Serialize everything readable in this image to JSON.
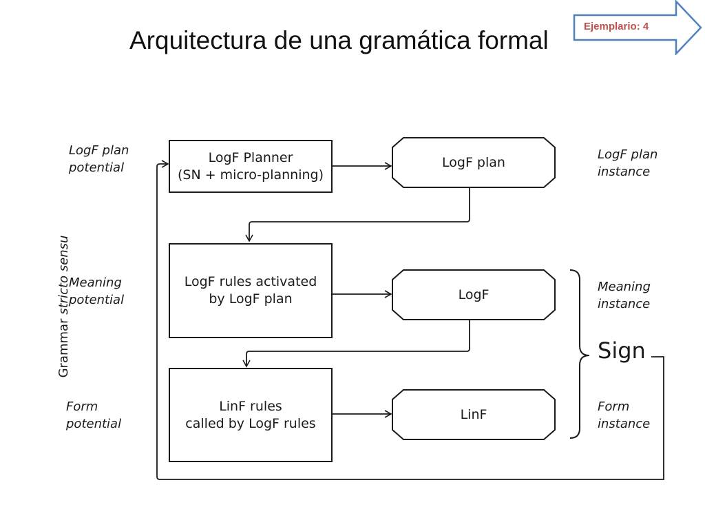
{
  "slide": {
    "title": "Arquitectura de una gramática formal"
  },
  "badge": {
    "label": "Ejemplario: 4",
    "color": "#c0504d",
    "border_color": "#4f81bd"
  },
  "diagram": {
    "left_labels": {
      "plan_line1": "LogF plan",
      "plan_line2": "potential",
      "meaning_line1": "Meaning",
      "meaning_line2": "potential",
      "form_line1": "Form",
      "form_line2": "potential"
    },
    "grammar_label": {
      "word1": "Grammar",
      "word2": "stricto sensu"
    },
    "boxes": {
      "planner_line1": "LogF Planner",
      "planner_line2": "(SN + micro-planning)",
      "rules_line1": "LogF rules activated",
      "rules_line2": "by LogF plan",
      "linf_rules_line1": "LinF rules",
      "linf_rules_line2": "called by LogF rules"
    },
    "outputs": {
      "plan": "LogF plan",
      "logf": "LogF",
      "linf": "LinF"
    },
    "right_labels": {
      "plan_line1": "LogF plan",
      "plan_line2": "instance",
      "meaning_line1": "Meaning",
      "meaning_line2": "instance",
      "form_line1": "Form",
      "form_line2": "instance"
    },
    "sign": "Sign"
  }
}
